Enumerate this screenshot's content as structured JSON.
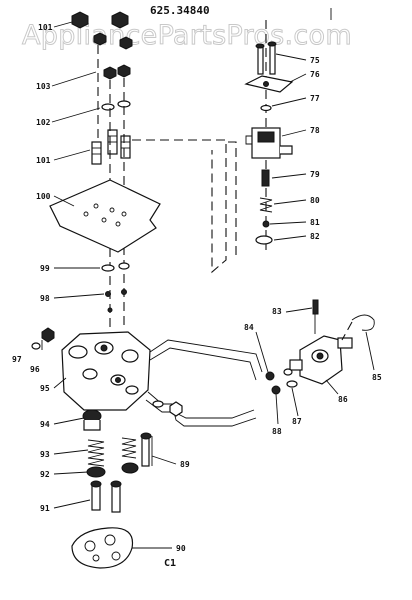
{
  "watermark": "AppliancePartsPros.com",
  "model_number": "625.34840",
  "section_label": "C1",
  "callouts": {
    "c101": "101",
    "c102": "102",
    "c103": "103",
    "c100": "100",
    "c99": "99",
    "c98": "98",
    "c97": "97",
    "c96": "96",
    "c95": "95",
    "c94": "94",
    "c93": "93",
    "c92": "92",
    "c91": "91",
    "c90": "90",
    "c89": "89",
    "c88": "88",
    "c87": "87",
    "c86": "86",
    "c85": "85",
    "c84": "84",
    "c83": "83",
    "c82": "82",
    "c81": "81",
    "c80": "80",
    "c79": "79",
    "c78": "78",
    "c77": "77",
    "c76": "76",
    "c75": "75"
  }
}
